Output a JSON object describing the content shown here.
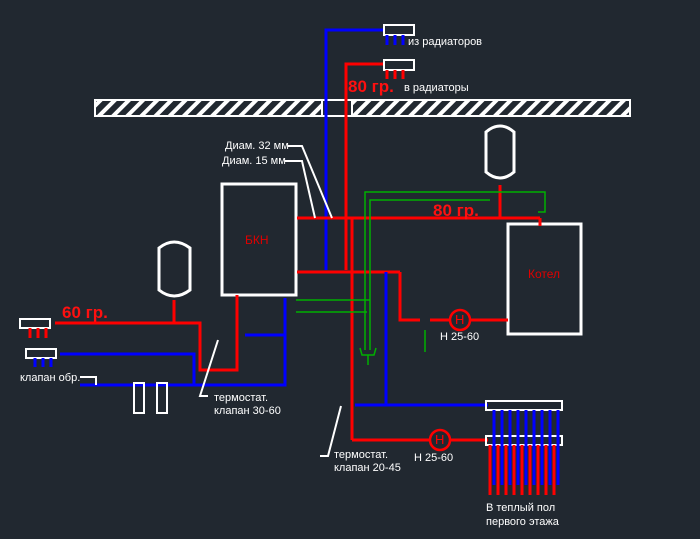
{
  "colors": {
    "background": "#212830",
    "supply": "#ff0000",
    "return": "#0000ff",
    "sensor": "#00b000",
    "outline": "#ffffff",
    "equipment_label": "#e00000"
  },
  "labels": {
    "from_radiators": "из радиаторов",
    "to_radiators": "в радиаторы",
    "temp_radiators": "80 гр.",
    "temp_boiler": "80 гр.",
    "temp_low": "60 гр.",
    "diam_32": "Диам. 32 мм",
    "diam_15": "Диам. 15 мм",
    "bkn": "БКН",
    "boiler": "Котел",
    "pump_boiler": "Н 25-60",
    "pump_floor": "Н 25-60",
    "check_valve": "клапан обр.",
    "thermo_valve_1_line1": "термостат.",
    "thermo_valve_1_line2": "клапан 30-60",
    "thermo_valve_2_line1": "термостат.",
    "thermo_valve_2_line2": "клапан 20-45",
    "floor_heating_line1": "В теплый пол",
    "floor_heating_line2": "первого этажа",
    "pump_symbol": "H"
  }
}
